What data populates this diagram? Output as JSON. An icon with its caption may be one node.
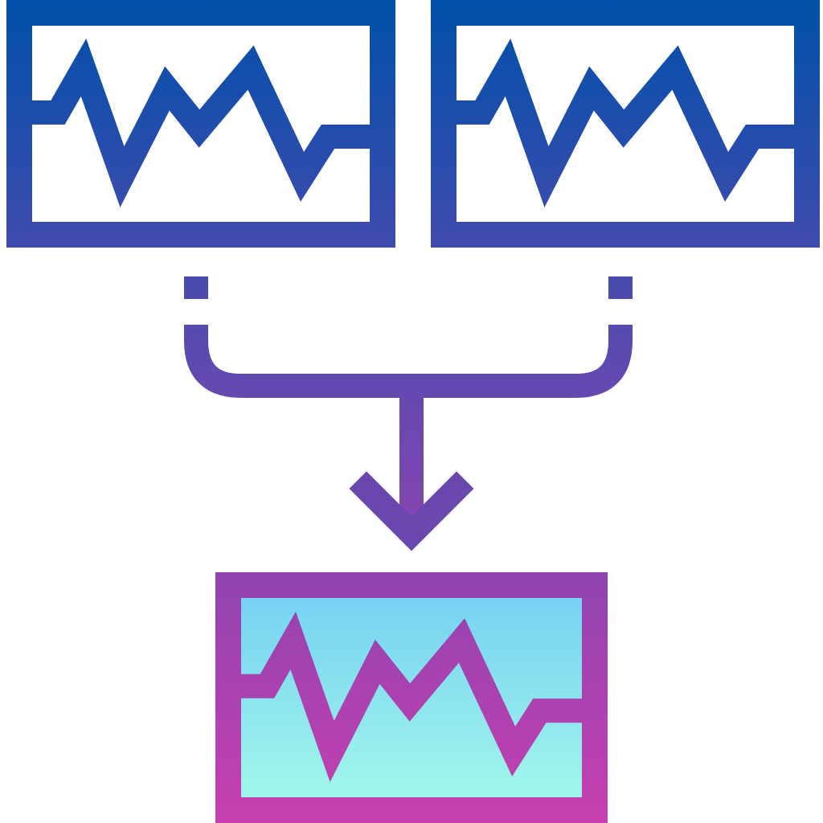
{
  "diagram": {
    "nodes": [
      {
        "text": [],
        "shape": "box"
      },
      {
        "text": [],
        "shape": "box"
      },
      {
        "text": [],
        "shape": "box"
      }
    ],
    "edges": [
      {
        "from": 0,
        "to": 2,
        "arrow": "to"
      },
      {
        "from": 1,
        "to": 2,
        "arrow": "to"
      }
    ]
  }
}
